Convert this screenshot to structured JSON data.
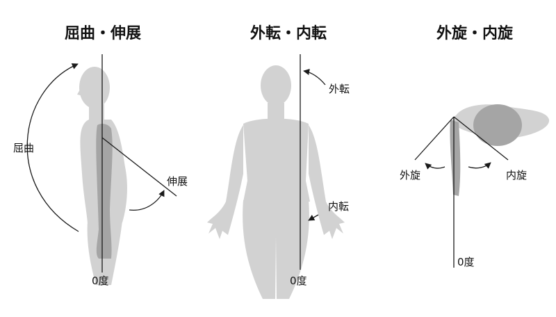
{
  "panels": [
    {
      "title": "屈曲・伸展",
      "labels": {
        "flexion": "屈曲",
        "extension": "伸展",
        "zero": "0度"
      }
    },
    {
      "title": "外転・内転",
      "labels": {
        "abduction": "外転",
        "adduction": "内転",
        "zero": "0度"
      }
    },
    {
      "title": "外旋・内旋",
      "labels": {
        "external": "外旋",
        "internal": "内旋",
        "zero": "0度"
      }
    }
  ],
  "colors": {
    "body": "#d2d2d2",
    "arm": "#a5a5a5",
    "line": "#1a1a1a"
  }
}
